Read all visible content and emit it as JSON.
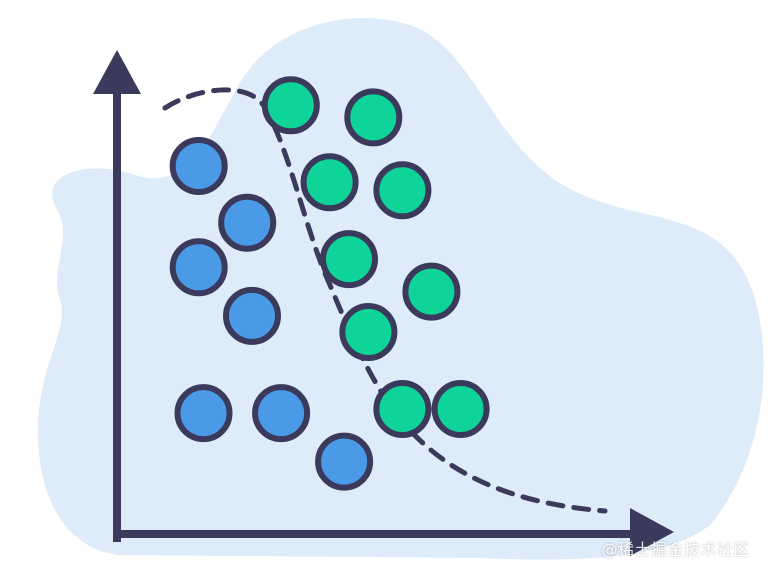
{
  "colors": {
    "background_blob": "#deebf8",
    "axis": "#3b3a5c",
    "class_a_fill": "#4a9ae8",
    "class_b_fill": "#0fd49a",
    "outline": "#3b3a5c",
    "divider": "#3b3a5c"
  },
  "watermark": {
    "text": "@稀土掘金技术社区"
  },
  "icons": {
    "y_axis_arrow": "arrow-up-icon",
    "x_axis_arrow": "arrow-right-icon"
  },
  "points": {
    "class_a": [
      {
        "x": 0.09,
        "y": 0.8
      },
      {
        "x": 0.19,
        "y": 0.66
      },
      {
        "x": 0.09,
        "y": 0.55
      },
      {
        "x": 0.2,
        "y": 0.43
      },
      {
        "x": 0.1,
        "y": 0.19
      },
      {
        "x": 0.26,
        "y": 0.19
      },
      {
        "x": 0.39,
        "y": 0.07
      }
    ],
    "class_b": [
      {
        "x": 0.28,
        "y": 0.95
      },
      {
        "x": 0.45,
        "y": 0.92
      },
      {
        "x": 0.36,
        "y": 0.76
      },
      {
        "x": 0.51,
        "y": 0.74
      },
      {
        "x": 0.4,
        "y": 0.57
      },
      {
        "x": 0.57,
        "y": 0.49
      },
      {
        "x": 0.44,
        "y": 0.39
      },
      {
        "x": 0.51,
        "y": 0.2
      },
      {
        "x": 0.63,
        "y": 0.2
      }
    ]
  }
}
